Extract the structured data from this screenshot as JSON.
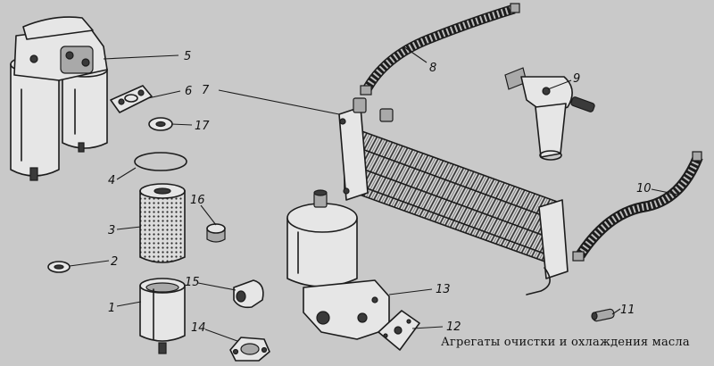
{
  "caption": "Агрегаты очистки и охлаждения масла",
  "callouts": [
    {
      "id": "callout-1",
      "label": "1"
    },
    {
      "id": "callout-2",
      "label": "2"
    },
    {
      "id": "callout-3",
      "label": "3"
    },
    {
      "id": "callout-4",
      "label": "4"
    },
    {
      "id": "callout-5",
      "label": "5"
    },
    {
      "id": "callout-6",
      "label": "6"
    },
    {
      "id": "callout-7",
      "label": "7"
    },
    {
      "id": "callout-8",
      "label": "8"
    },
    {
      "id": "callout-9",
      "label": "9"
    },
    {
      "id": "callout-10",
      "label": "10"
    },
    {
      "id": "callout-11",
      "label": "11"
    },
    {
      "id": "callout-12",
      "label": "12"
    },
    {
      "id": "callout-13",
      "label": "13"
    },
    {
      "id": "callout-14",
      "label": "14"
    },
    {
      "id": "callout-15",
      "label": "15"
    },
    {
      "id": "callout-16",
      "label": "16"
    },
    {
      "id": "callout-17",
      "label": "17"
    }
  ]
}
